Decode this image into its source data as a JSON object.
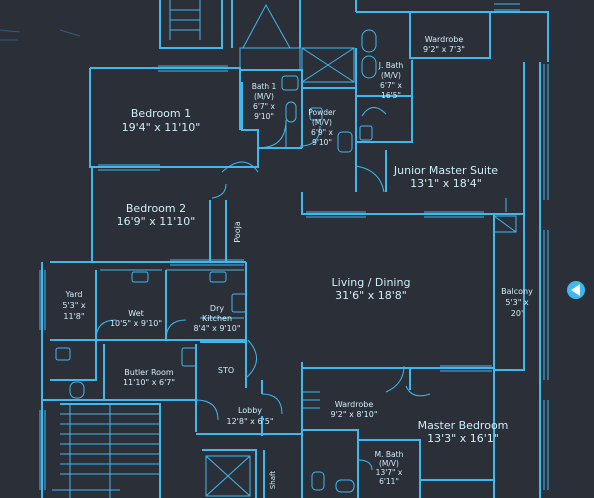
{
  "colors": {
    "background": "#2b2f38",
    "wall": "#3fb8ef",
    "text": "#cfeefc",
    "nav_button": "#3fb8ef"
  },
  "rooms": {
    "wardrobe_top": {
      "name": "Wardrobe",
      "size": "9'2\" x 7'3\""
    },
    "jbath": {
      "l1": "J. Bath",
      "l2": "(M/V)",
      "l3": "6'7\" x",
      "l4": "16'5\""
    },
    "bath1": {
      "l1": "Bath 1",
      "l2": "(M/V)",
      "l3": "6'7\" x",
      "l4": "9'10\""
    },
    "powder": {
      "l1": "Powder",
      "l2": "(M/V)",
      "l3": "6'9\" x",
      "l4": "9'10\""
    },
    "bedroom1": {
      "name": "Bedroom 1",
      "size": "19'4\" x 11'10\""
    },
    "bedroom2": {
      "name": "Bedroom 2",
      "size": "16'9\" x 11'10\""
    },
    "junior_master": {
      "name": "Junior Master Suite",
      "size": "13'1\" x 18'4\""
    },
    "pooja": {
      "name": "Pooja"
    },
    "living": {
      "name": "Living / Dining",
      "size": "31'6\" x 18'8\""
    },
    "balcony": {
      "l1": "Balcony",
      "l2": "5'3\" x",
      "l3": "20'"
    },
    "yard": {
      "l1": "Yard",
      "l2": "5'3\" x",
      "l3": "11'8\""
    },
    "wet": {
      "name": "Wet",
      "size": "10'5\" x 9'10\""
    },
    "dry": {
      "l1": "Dry",
      "l2": "Kitchen",
      "l3": "8'4\" x 9'10\""
    },
    "butler": {
      "name": "Butler Room",
      "size": "11'10\" x 6'7\""
    },
    "sto": {
      "name": "STO"
    },
    "lobby": {
      "name": "Lobby",
      "size": "12'8\" x 6'5\""
    },
    "wardrobe_bottom": {
      "name": "Wardrobe",
      "size": "9'2\" x 8'10\""
    },
    "master": {
      "name": "Master Bedroom",
      "size": "13'3\" x 16'1\""
    },
    "mbath": {
      "l1": "M. Bath",
      "l2": "(M/V)",
      "l3": "13'7\" x",
      "l4": "6'11\""
    },
    "shaft": {
      "name": "Shaft"
    }
  },
  "navigation": {
    "next_icon": "play-triangle-icon"
  }
}
